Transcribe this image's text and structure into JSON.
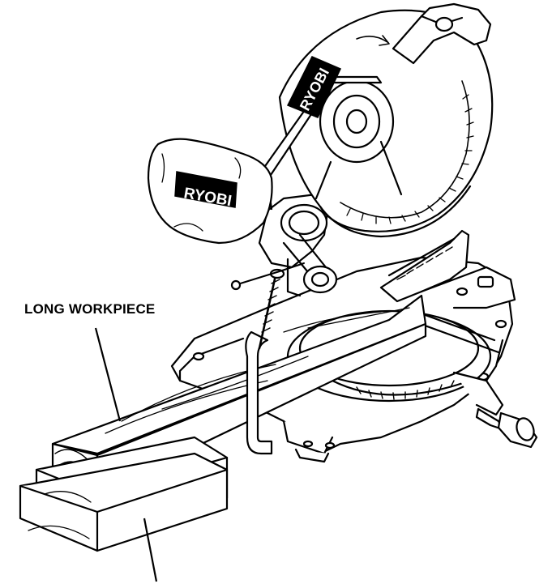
{
  "callouts": {
    "long_workpiece": "LONG WORKPIECE"
  },
  "brand": {
    "blade_guard_logo": "RYOBI",
    "dust_bag_logo": "RYOBI"
  },
  "colors": {
    "line": "#000000",
    "fill": "#ffffff",
    "logo_background": "#000000",
    "logo_text": "#ffffff"
  }
}
